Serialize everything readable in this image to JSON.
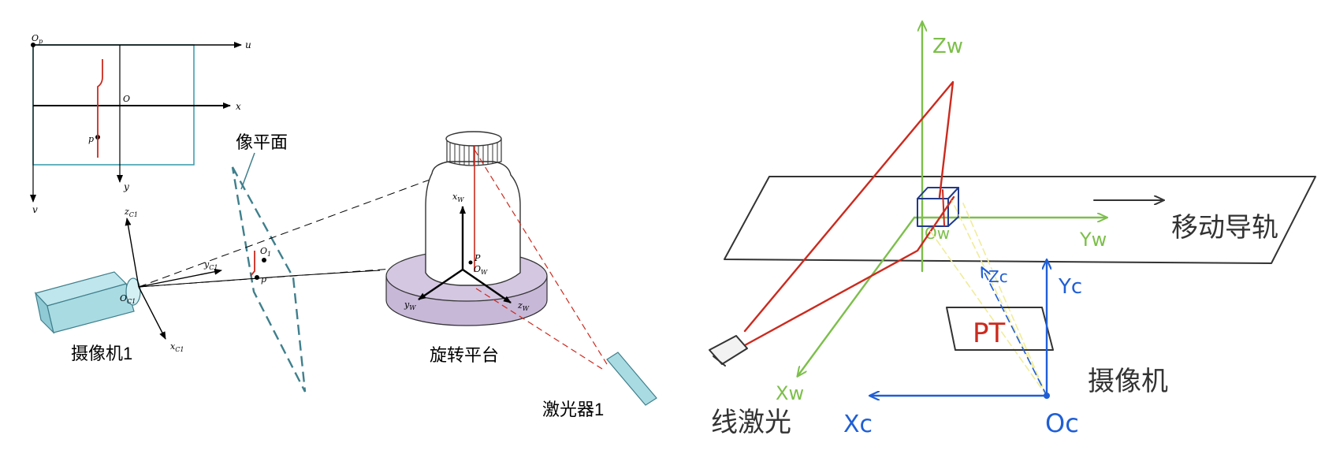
{
  "left": {
    "image_plane_label": "像平面",
    "camera_label": "摄像机1",
    "platform_label": "旋转平台",
    "laser_label": "激光器1",
    "axes": {
      "op": "O",
      "op_sub": "p",
      "u": "u",
      "v": "v",
      "x": "x",
      "y": "y",
      "o": "O",
      "p_img": "p",
      "zc": "z",
      "zc_sub": "C1",
      "yc": "y",
      "yc_sub": "C1",
      "xc": "x",
      "xc_sub": "C1",
      "oc": "O",
      "oc_sub": "C1",
      "o1": "O",
      "o1_sub": "1",
      "p_plane": "p",
      "xw": "x",
      "xw_sub": "W",
      "yw": "y",
      "yw_sub": "W",
      "zw": "z",
      "zw_sub": "W",
      "ow": "O",
      "ow_sub": "W",
      "P": "P"
    }
  },
  "right": {
    "zw": "Zw",
    "yw": "Yw",
    "xw": "Xw",
    "ow": "Ow",
    "zc": "Zc",
    "yc": "Yc",
    "xc": "Xc",
    "oc": "Oc",
    "pr": "PT",
    "rail_label": "移动导轨",
    "camera_label": "摄像机",
    "laser_label": "线激光"
  },
  "colors": {
    "teal": "#3f7f8c",
    "camera_fill": "#a9dbe3",
    "platform_fill": "#cdbedb",
    "red": "#cc2a1e",
    "green": "#7cbf4a",
    "blue": "#1f5fd6",
    "yellow": "#f0ec9a"
  }
}
